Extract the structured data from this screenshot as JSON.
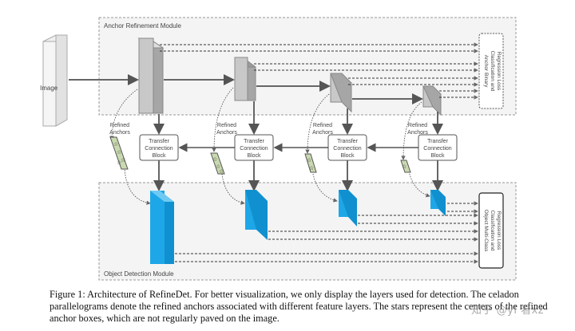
{
  "modules": {
    "arm_title": "Anchor Refinement Module",
    "odm_title": "Object Detection Module"
  },
  "input": {
    "label": "Image"
  },
  "tcb_label": [
    "Transfer",
    "Connection",
    "Block"
  ],
  "refined_anchors_label": [
    "Refined",
    "Anchors"
  ],
  "arm_loss_label": [
    "Anchor Binary",
    "Classification and",
    "Regression Loss"
  ],
  "odm_loss_label": [
    "Object Multi-Class",
    "Classification and",
    "Regression Loss"
  ],
  "caption": "Figure 1: Architecture of RefineDet. For better visualization, we only display the layers used for detection. The celadon parallelograms denote the refined anchors associated with different feature layers. The stars represent the centers of the refined anchor boxes, which are not regularly paved on the image.",
  "watermark": "知乎 @yl 看xz",
  "colors": {
    "arm_block": "#c8c8c8",
    "odm_block": "#1ea7e8",
    "anchor_fill": "#c9d9b0",
    "module_bg": "#f4f4f4"
  }
}
